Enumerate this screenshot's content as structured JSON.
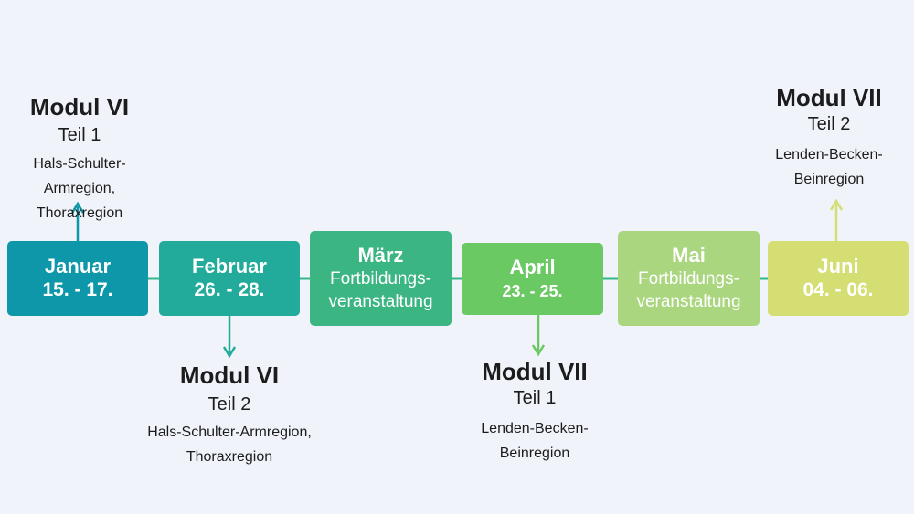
{
  "colors": {
    "background": "#f0f4fa",
    "line": "#34b88a",
    "januar": "#0e97a9",
    "februar": "#22ab9a",
    "maerz": "#3bb682",
    "april": "#6bc964",
    "mai": "#a9d67f",
    "juni": "#d4de73",
    "text_dark": "#1c1c1c"
  },
  "timeline": [
    {
      "id": "januar",
      "month": "Januar",
      "dates": "15. - 17."
    },
    {
      "id": "februar",
      "month": "Februar",
      "dates": "26. - 28."
    },
    {
      "id": "maerz",
      "month": "März",
      "subtitle_lines": [
        "Fortbildungs-",
        "veranstaltung"
      ]
    },
    {
      "id": "april",
      "month": "April",
      "dates": "23. - 25."
    },
    {
      "id": "mai",
      "month": "Mai",
      "subtitle_lines": [
        "Fortbildungs-",
        "veranstaltung"
      ]
    },
    {
      "id": "juni",
      "month": "Juni",
      "dates": "04. - 06."
    }
  ],
  "annotations": [
    {
      "id": "modul-vi-teil-1",
      "attached_to": "januar",
      "title": "Modul VI",
      "part": "Teil 1",
      "desc_lines": [
        "Hals-Schulter-Armregion,",
        "Thoraxregion"
      ]
    },
    {
      "id": "modul-vi-teil-2",
      "attached_to": "februar",
      "title": "Modul VI",
      "part": "Teil 2",
      "desc_lines": [
        "Hals-Schulter-Armregion,",
        "Thoraxregion"
      ]
    },
    {
      "id": "modul-vii-teil-1",
      "attached_to": "april",
      "title": "Modul VII",
      "part": "Teil 1",
      "desc_lines": [
        "Lenden-Becken-",
        "Beinregion"
      ]
    },
    {
      "id": "modul-vii-teil-2",
      "attached_to": "juni",
      "title": "Modul VII",
      "part": "Teil 2",
      "desc_lines": [
        "Lenden-Becken-",
        "Beinregion"
      ]
    }
  ]
}
